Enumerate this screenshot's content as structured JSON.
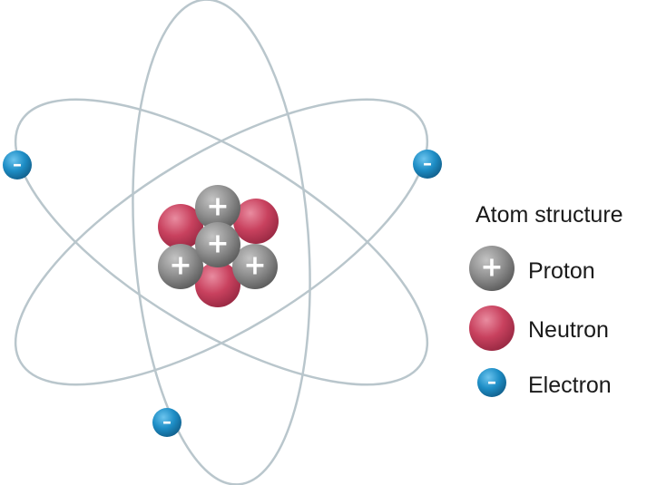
{
  "legend": {
    "title": "Atom structure",
    "items": [
      {
        "key": "proton",
        "label": "Proton",
        "sign": "+",
        "icon": "proton-icon"
      },
      {
        "key": "neutron",
        "label": "Neutron",
        "sign": "",
        "icon": "neutron-icon"
      },
      {
        "key": "electron",
        "label": "Electron",
        "sign": "–",
        "icon": "electron-icon"
      }
    ]
  },
  "particles": {
    "proton_sign": "+",
    "electron_sign": "–",
    "protons_count": 4,
    "neutrons_count": 3,
    "electrons_count": 3,
    "orbits_count": 3
  },
  "colors": {
    "orbit": "#b9c6cc",
    "proton": "#8f8f8f",
    "neutron": "#c8415e",
    "electron": "#1e8ec6",
    "text": "#1a1a1a"
  }
}
